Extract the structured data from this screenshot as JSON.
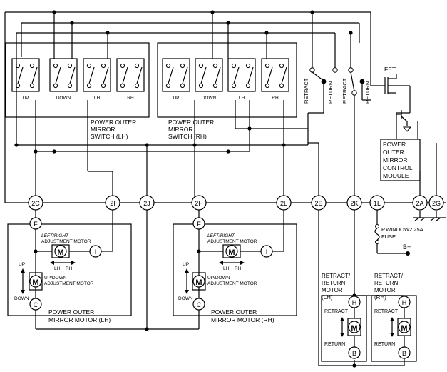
{
  "switch_groups": {
    "lh": [
      "UP",
      "DOWN",
      "LH",
      "RH"
    ],
    "rh": [
      "UP",
      "DOWN",
      "LH",
      "RH"
    ]
  },
  "switch_labels": {
    "lh": [
      "POWER OUTER",
      "MIRROR",
      "SWITCH  (LH)"
    ],
    "rh": [
      "POWER OUTER",
      "MIRROR",
      "SWITCH (RH)"
    ]
  },
  "contact_labels": [
    "RETRACT",
    "RETURN",
    "RETRACT",
    "RETURN"
  ],
  "fet_label": "FET",
  "module_label": [
    "POWER",
    "OUTER",
    "MIRROR",
    "CONTROL",
    "MODULE"
  ],
  "connectors": [
    "2C",
    "2I",
    "2J",
    "2H",
    "2L",
    "2E",
    "2K",
    "1L",
    "2A",
    "2G"
  ],
  "motor_terminals": [
    "F",
    "I",
    "C"
  ],
  "lr_motor_label": [
    "LEFT/RIGHT",
    "ADJUSTMENT MOTOR"
  ],
  "ud_motor_label": [
    "UP/DOWN",
    "ADJUSTMENT MOTOR"
  ],
  "motor_symbol": "M",
  "arrow_labels": {
    "lh": "LH",
    "rh": "RH",
    "up": "UP",
    "down": "DOWN"
  },
  "mirror_motor_labels": {
    "lh": [
      "POWER OUTER",
      "MIRROR MOTOR (LH)"
    ],
    "rh": [
      "POWER OUTER",
      "MIRROR MOTOR (RH)"
    ]
  },
  "fuse_label": [
    "P.WINDOW2 25A",
    "FUSE"
  ],
  "battery_label": "B+",
  "retract_motor_labels": {
    "lh": [
      "RETRACT/",
      "RETURN",
      "MOTOR",
      "(LH)"
    ],
    "rh": [
      "RETRACT/",
      "RETURN",
      "MOTOR",
      "(RH)"
    ]
  },
  "retract_terminals": [
    "H",
    "B"
  ],
  "retract_arrow_labels": [
    "RETRACT",
    "RETURN"
  ]
}
